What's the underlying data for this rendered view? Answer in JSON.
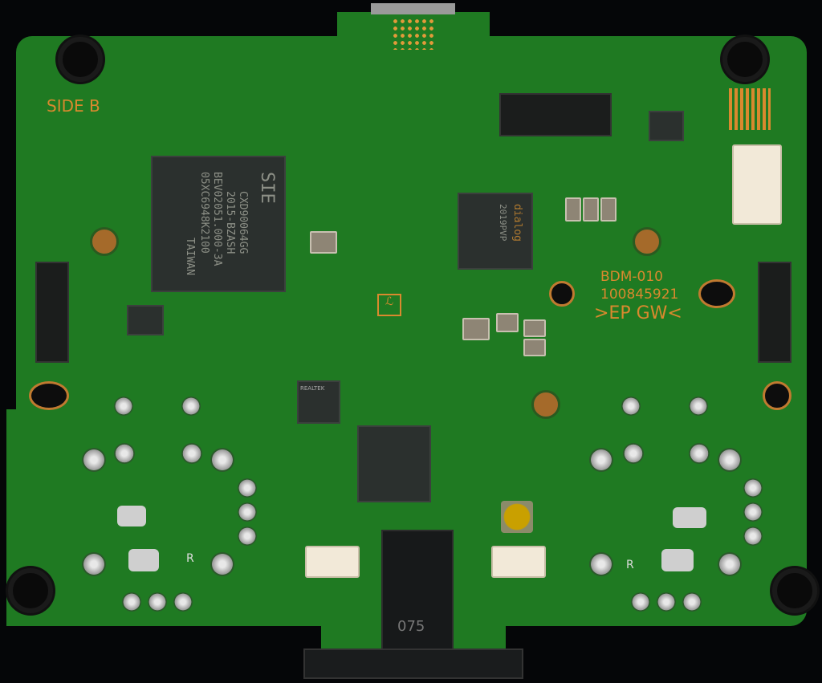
{
  "silkscreen": {
    "side": "SIDE B",
    "board_model": "BDM-010",
    "board_number": "100845921",
    "marking": ">EP GW<",
    "right_label_left": "R",
    "right_label_right": "R",
    "connector_code": "075"
  },
  "main_chip": {
    "lines": [
      "SIE",
      "CXD90064GG",
      "2015-BZASH",
      "BEV02051.000-3A",
      "05XC6948K2100",
      "TAIWAN"
    ]
  },
  "secondary_chip": {
    "brand": "dialog",
    "code": "2019PVP"
  },
  "audio_chip": {
    "brand": "REALTEK"
  },
  "colors": {
    "pcb": "#1f7a22",
    "silkscreen": "#d9892e",
    "background": "#050608"
  }
}
